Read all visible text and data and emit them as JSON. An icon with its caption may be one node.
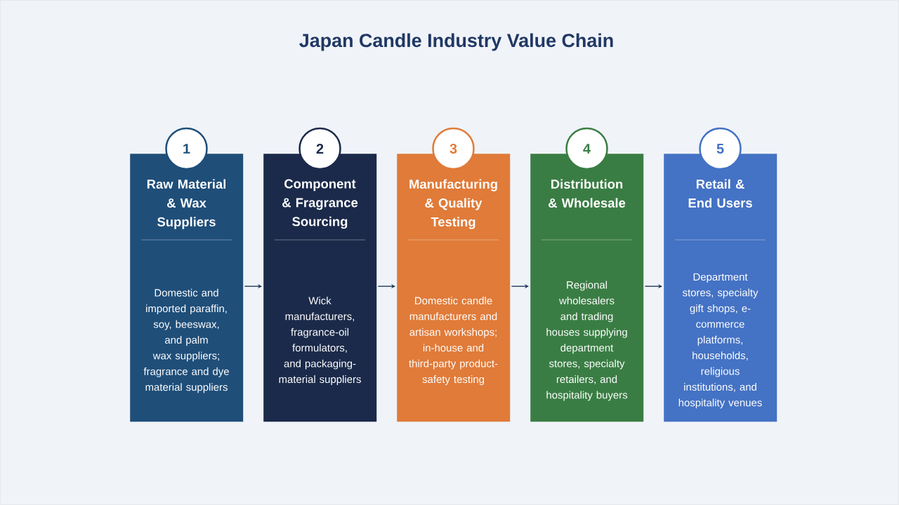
{
  "diagram": {
    "title": "Japan Candle Industry Value Chain",
    "nodes": [
      {
        "text": [
          "1"
        ]
      },
      {
        "text": [
          "Raw Material & Wax Suppliers",
          "Domestic and imported paraffin, soy, beeswax, and palm wax suppliers; fragrance and dye material suppliers"
        ]
      },
      {
        "text": [
          "2"
        ]
      },
      {
        "text": [
          "Component & Fragrance Sourcing",
          "Wick manufacturers, fragrance-oil formulators, and packaging-material suppliers"
        ]
      },
      {
        "text": [
          "3"
        ]
      },
      {
        "text": [
          "Manufacturing & Quality Testing",
          "Domestic candle manufacturers and artisan workshops; in-house and third-party product-safety testing"
        ]
      },
      {
        "text": [
          "4"
        ]
      },
      {
        "text": [
          "Distribution & Wholesale",
          "Regional wholesalers and trading houses supplying department stores, specialty retailers, and hospitality buyers"
        ]
      },
      {
        "text": [
          "5"
        ]
      },
      {
        "text": [
          "Retail & End Users",
          "Department stores, specialty gift shops, e-commerce platforms, households, religious institutions, and hospitality venues"
        ]
      }
    ],
    "edges": [
      {
        "from": 1,
        "to": 3,
        "arrow": "to"
      },
      {
        "from": 3,
        "to": 5,
        "arrow": "to"
      },
      {
        "from": 5,
        "to": 7,
        "arrow": "to"
      },
      {
        "from": 7,
        "to": 9,
        "arrow": "to"
      }
    ]
  }
}
